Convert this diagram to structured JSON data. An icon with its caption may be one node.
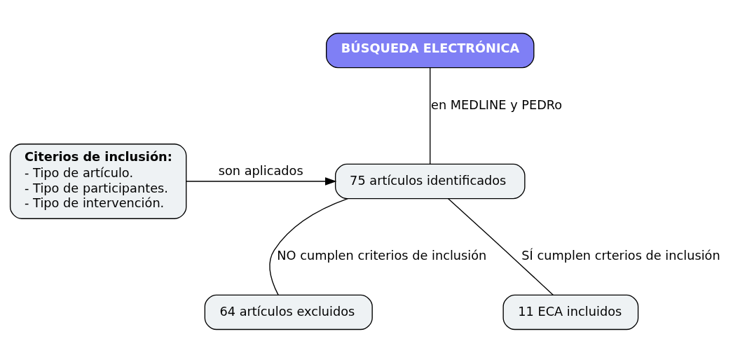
{
  "diagram": {
    "nodes": [
      {
        "text": [
          "BÚSQUEDA ELECTRÓNICA"
        ]
      },
      {
        "text": [
          "75 artículos identificados"
        ]
      },
      {
        "text": [
          "Citerios de inclusión:",
          "- Tipo de artículo.",
          "- Tipo de participantes.",
          "- Tipo de intervención."
        ]
      },
      {
        "text": [
          "64 artículos excluidos"
        ]
      },
      {
        "text": [
          "11 ECA incluidos"
        ]
      }
    ],
    "edges": [
      {
        "from": 0,
        "to": 1,
        "arrow": "none",
        "label": "en MEDLINE y PEDRo"
      },
      {
        "from": 2,
        "to": 1,
        "arrow": "to",
        "label": "son aplicados"
      },
      {
        "from": 1,
        "to": 3,
        "arrow": "none",
        "label": "NO cumplen criterios de inclusión"
      },
      {
        "from": 1,
        "to": 4,
        "arrow": "none",
        "label": "SÍ cumplen crterios de inclusión"
      }
    ]
  }
}
